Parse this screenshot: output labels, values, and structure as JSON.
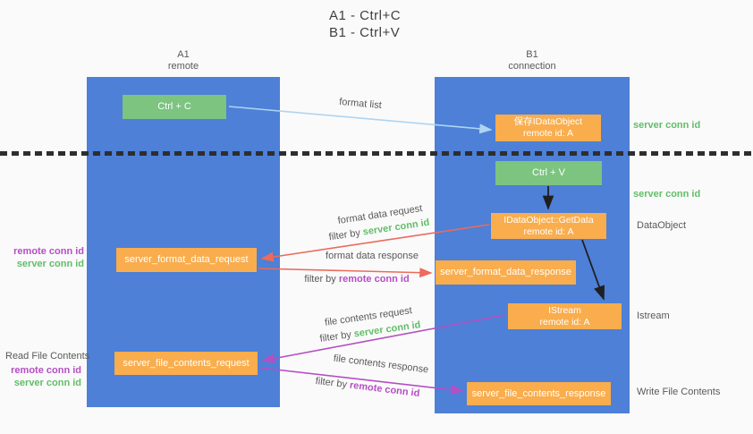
{
  "title": {
    "line1": "A1 - Ctrl+C",
    "line2": "B1 - Ctrl+V"
  },
  "lanes": {
    "left": {
      "name": "A1",
      "role": "remote"
    },
    "right": {
      "name": "B1",
      "role": "connection"
    }
  },
  "nodes": {
    "ctrl_c": {
      "label": "Ctrl + C"
    },
    "ctrl_v": {
      "label": "Ctrl + V"
    },
    "save_dataobject": {
      "line1": "保存IDataObject",
      "line2": "remote id: A"
    },
    "getdata": {
      "line1": "IDataObject::GetData",
      "line2": "remote id: A"
    },
    "istream": {
      "line1": "IStream",
      "line2": "remote id: A"
    },
    "format_request": {
      "label": "server_format_data_request"
    },
    "format_response": {
      "label": "server_format_data_response"
    },
    "file_request": {
      "label": "server_file_contents_request"
    },
    "file_response": {
      "label": "server_file_contents_response"
    }
  },
  "edges": {
    "format_list": {
      "label": "format list"
    },
    "format_data_request": {
      "label": "format data request",
      "filter_prefix": "filter by ",
      "filter_key": "server conn id"
    },
    "format_data_response": {
      "label": "format data response",
      "filter_prefix": "filter by ",
      "filter_key": "remote conn id"
    },
    "file_contents_request": {
      "label": "file contents request",
      "filter_prefix": "filter by ",
      "filter_key": "server conn id"
    },
    "file_contents_response": {
      "label": "file contents response",
      "filter_prefix": "filter by ",
      "filter_key": "remote conn id"
    }
  },
  "annotations": {
    "server_conn_id_top": "server conn id",
    "server_conn_id_mid": "server conn id",
    "dataobject": "DataObject",
    "istream": "Istream",
    "write_file_contents": "Write File Contents",
    "read_file_contents": "Read File Contents",
    "left_group1": {
      "remote": "remote conn id",
      "server": "server conn id"
    },
    "left_group2": {
      "remote": "remote conn id",
      "server": "server conn id"
    }
  },
  "colors": {
    "lane_blue": "#4d80d6",
    "node_green": "#7cc47f",
    "node_orange": "#f9ad4d",
    "arrow_blue": "#aed4f2",
    "arrow_red": "#ed6a5c",
    "arrow_purple": "#b44fc4",
    "arrow_black": "#1f1f1f",
    "text_gray": "#595959",
    "green_label": "#63bd68",
    "purple_label": "#b44fc4",
    "background": "#fafafa"
  }
}
